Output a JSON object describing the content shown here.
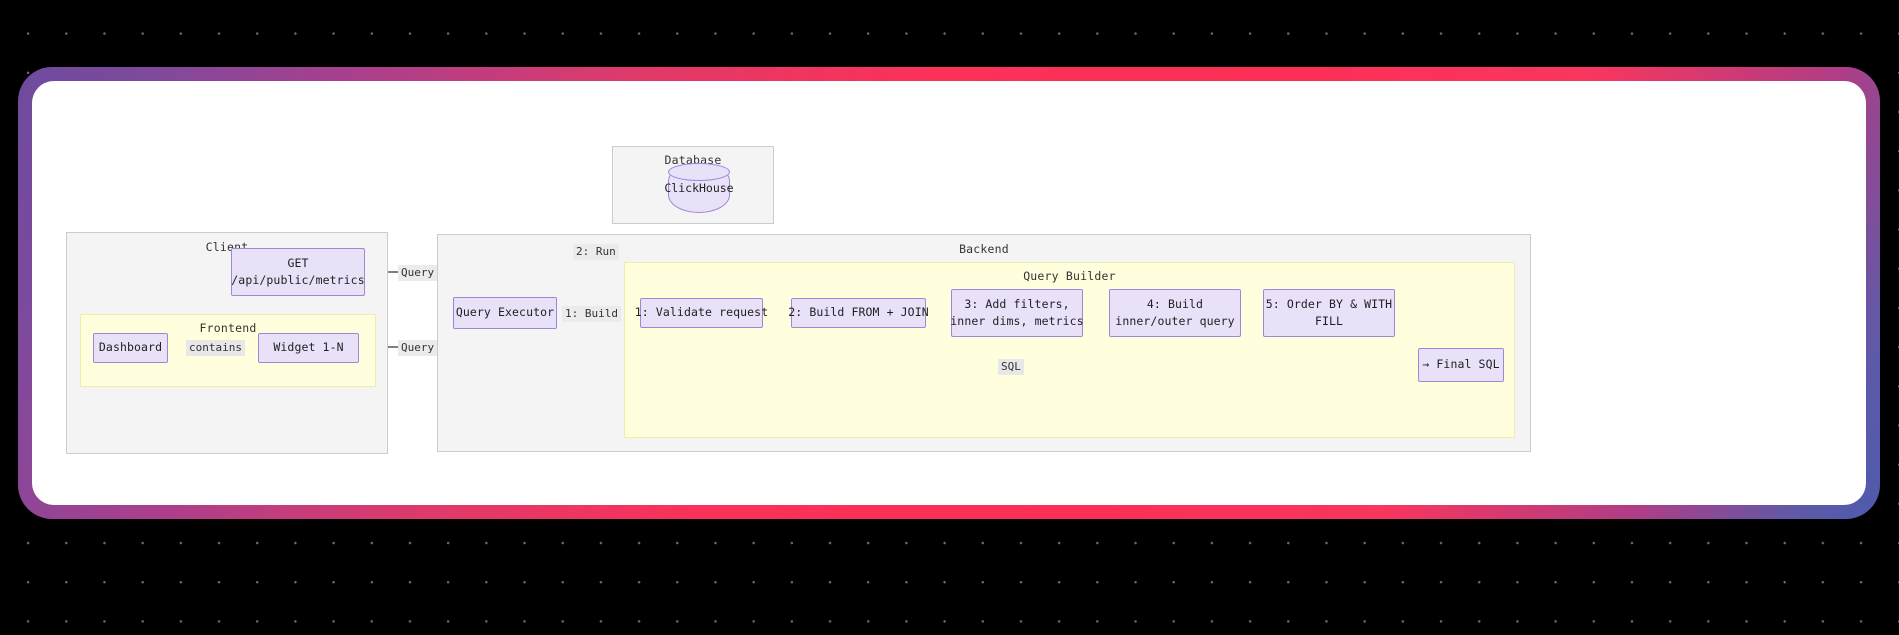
{
  "canvas": {
    "background": "#000000",
    "dot_color": "#6b6b6b",
    "card_background": "#ffffff",
    "frame_gradient_from": "#6d4b9e",
    "frame_gradient_mid": "#fd2f56",
    "frame_gradient_to": "#4f5aad"
  },
  "style": {
    "node_fill": "#e8e1f7",
    "node_stroke": "#9f87d8",
    "subgraph_fill": "#f4f4f4",
    "subgraph_stroke": "#cccccc",
    "subgraph_yellow_fill": "#ffffde",
    "subgraph_yellow_stroke": "#eeeeaa",
    "edge_stroke": "#333333"
  },
  "subgraphs": {
    "client": {
      "label": "Client"
    },
    "frontend": {
      "label": "Frontend"
    },
    "database": {
      "label": "Database"
    },
    "backend": {
      "label": "Backend"
    },
    "query_builder": {
      "label": "Query Builder"
    }
  },
  "nodes": {
    "get_endpoint": {
      "line1": "GET",
      "line2": "/api/public/metrics"
    },
    "dashboard": {
      "line1": "Dashboard"
    },
    "widget": {
      "line1": "Widget 1-N"
    },
    "clickhouse": {
      "line1": "ClickHouse"
    },
    "query_executor": {
      "line1": "Query Executor"
    },
    "step1": {
      "line1": "1: Validate request"
    },
    "step2": {
      "line1": "2: Build FROM + JOIN"
    },
    "step3": {
      "line1": "3: Add filters,",
      "line2": "inner dims, metrics"
    },
    "step4": {
      "line1": "4: Build",
      "line2": "inner/outer query"
    },
    "step5": {
      "line1": "5: Order BY & WITH",
      "line2": "FILL"
    },
    "final_sql": {
      "line1": "→ Final SQL"
    }
  },
  "edges": {
    "contains": {
      "label": "contains"
    },
    "query_from_get": {
      "label": "Query"
    },
    "query_from_widget": {
      "label": "Query"
    },
    "run": {
      "label": "2: Run"
    },
    "build": {
      "label": "1: Build"
    },
    "sql_return": {
      "label": "SQL"
    }
  }
}
